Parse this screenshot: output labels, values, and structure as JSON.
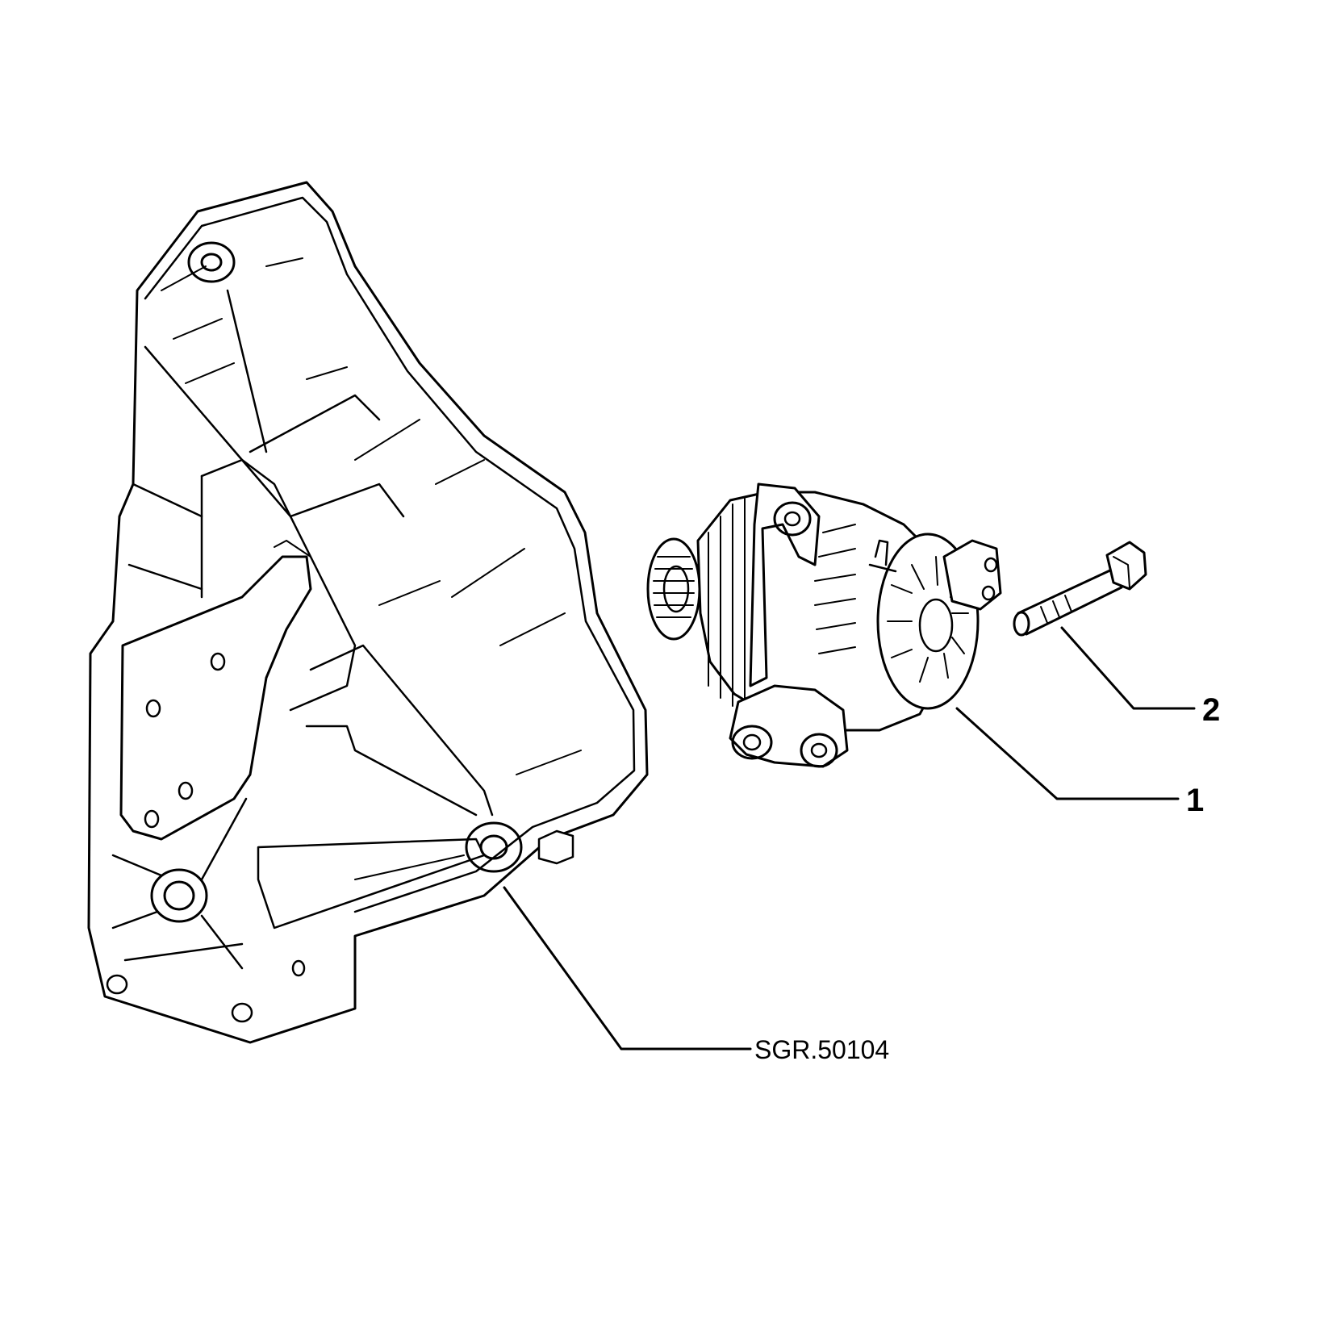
{
  "callouts": {
    "alternator": {
      "label": "1"
    },
    "bolt": {
      "label": "2"
    },
    "bracket": {
      "label": "SGR.50104"
    }
  },
  "colors": {
    "ink": "#000000",
    "background": "#ffffff"
  }
}
